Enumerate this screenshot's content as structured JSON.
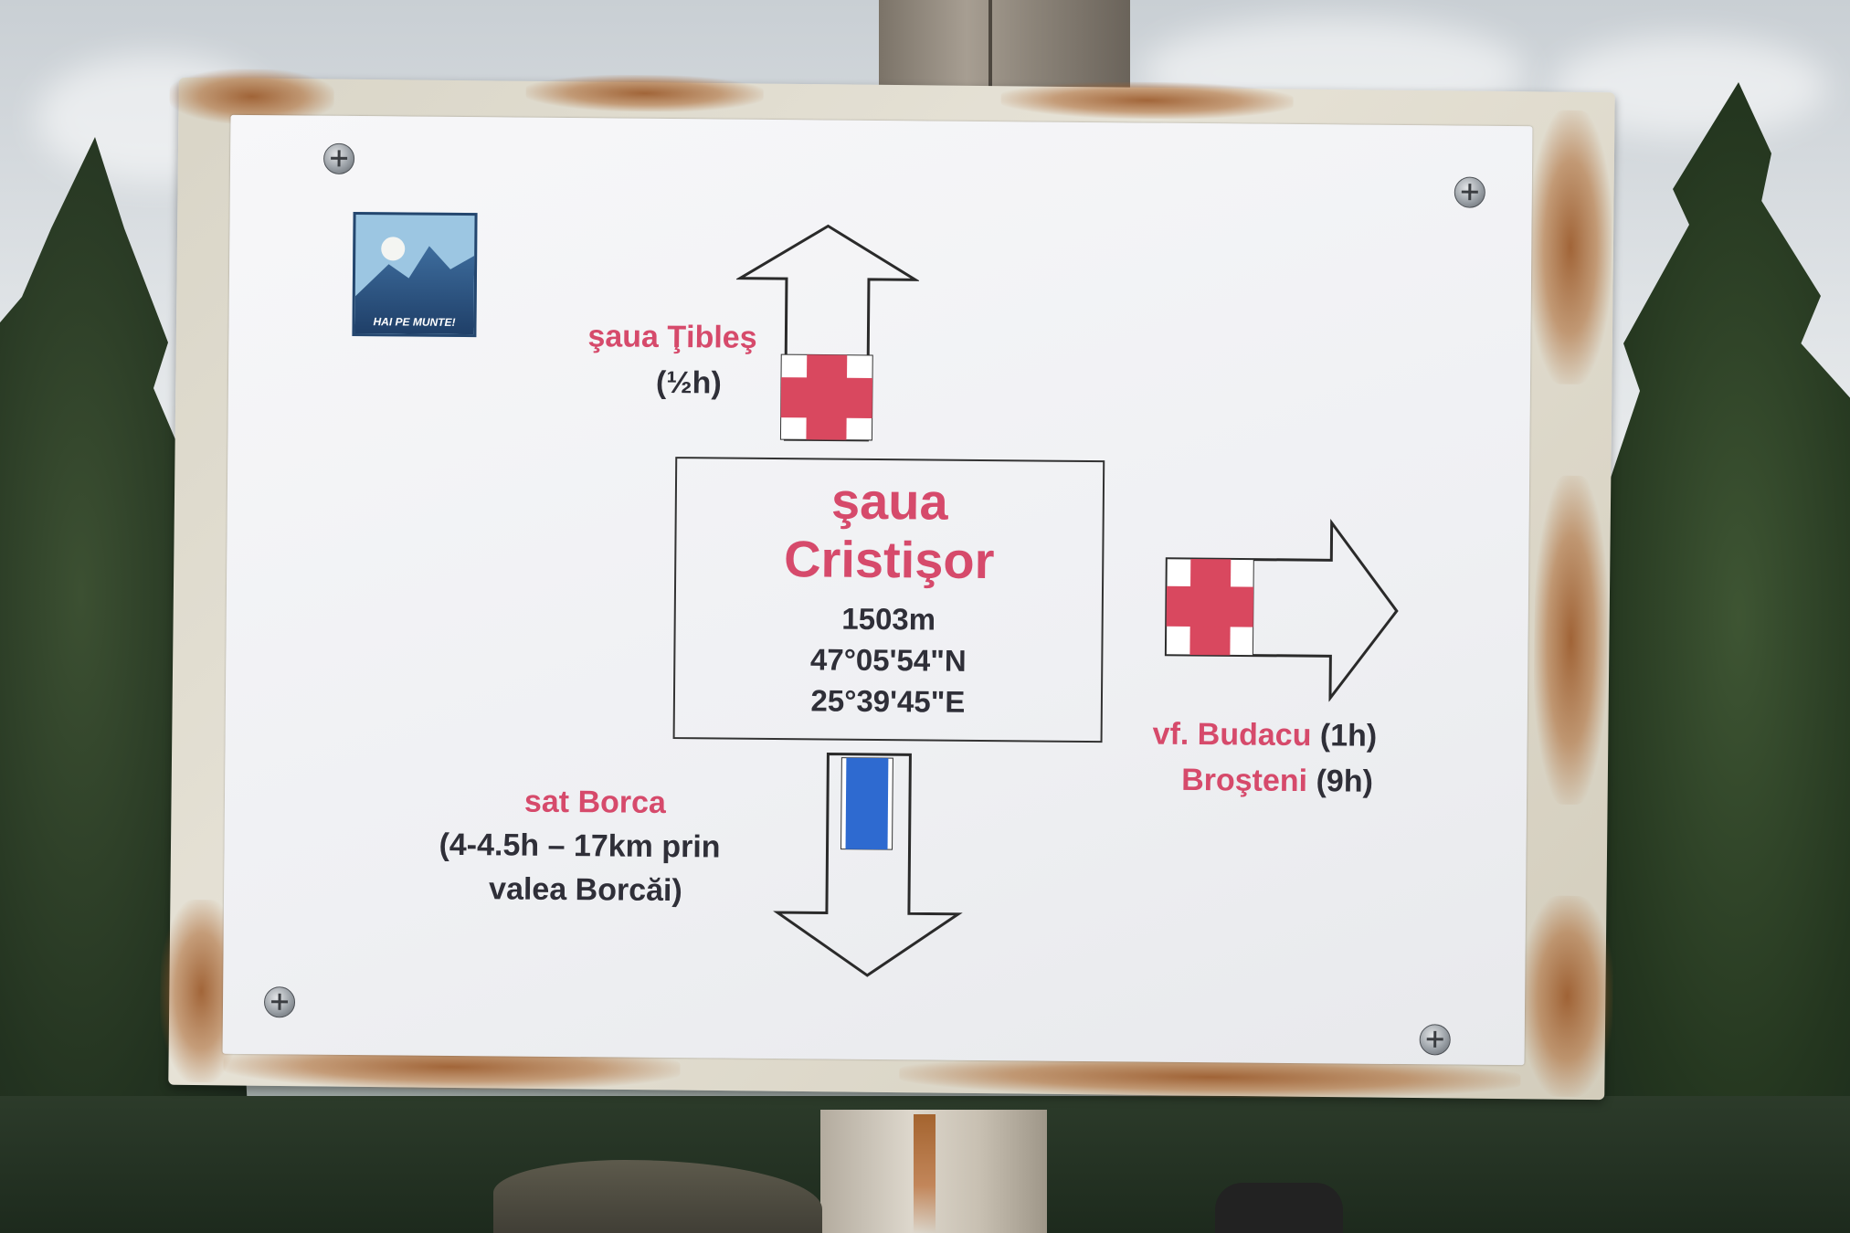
{
  "logo": {
    "text": "HAI PE MUNTE!"
  },
  "center": {
    "name_line1": "şaua",
    "name_line2": "Cristişor",
    "altitude": "1503m",
    "latitude": "47°05'54\"N",
    "longitude": "25°39'45\"E"
  },
  "up": {
    "destination": "şaua Ţibleş",
    "time": "(½h)",
    "marker": "red-cross"
  },
  "right": {
    "dest1": "vf. Budacu",
    "time1": "(1h)",
    "dest2": "Broşteni",
    "time2": "(9h)",
    "marker": "red-cross"
  },
  "down": {
    "destination": "sat Borca",
    "detail_line1": "(4-4.5h – 17km prin",
    "detail_line2": "valea Borcăi)",
    "marker": "blue-stripe"
  },
  "colors": {
    "red_text": "#d64a6b",
    "red_cross": "#d9485f",
    "blue_stripe": "#2e6ad0",
    "dark_text": "#2f2f38"
  }
}
